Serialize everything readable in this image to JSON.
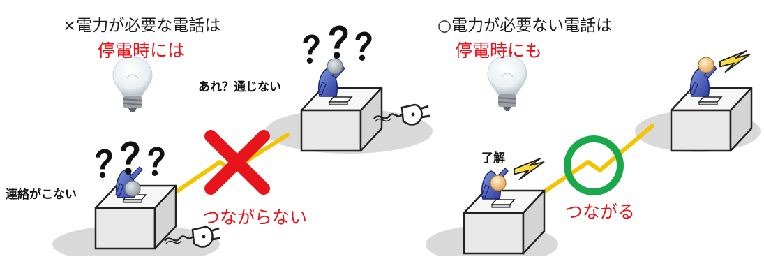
{
  "colors": {
    "red": "#e8141b",
    "green": "#19a84a",
    "line_yellow": "#f5c400",
    "desk_gray": "#e6e6e6",
    "shadow": "#d9d9d9",
    "person_blue": "#3d4bb8",
    "head_gray": "#a9b1b8",
    "head_skin": "#f2c27a"
  },
  "left_panel": {
    "heading": "×電力が必要な電話は",
    "subheading": "停電時には",
    "caption_top_person": "あれ？通じない",
    "caption_bottom_person": "連絡がこない",
    "result": "つながらない",
    "icons": [
      "light-bulb-off",
      "question-marks",
      "unplugged-plug",
      "red-cross"
    ]
  },
  "right_panel": {
    "heading": "○電力が必要ない電話は",
    "subheading": "停電時にも",
    "caption_bottom_person": "了解",
    "result": "つながる",
    "icons": [
      "light-bulb-off",
      "lightning-bolt",
      "green-circle"
    ]
  }
}
